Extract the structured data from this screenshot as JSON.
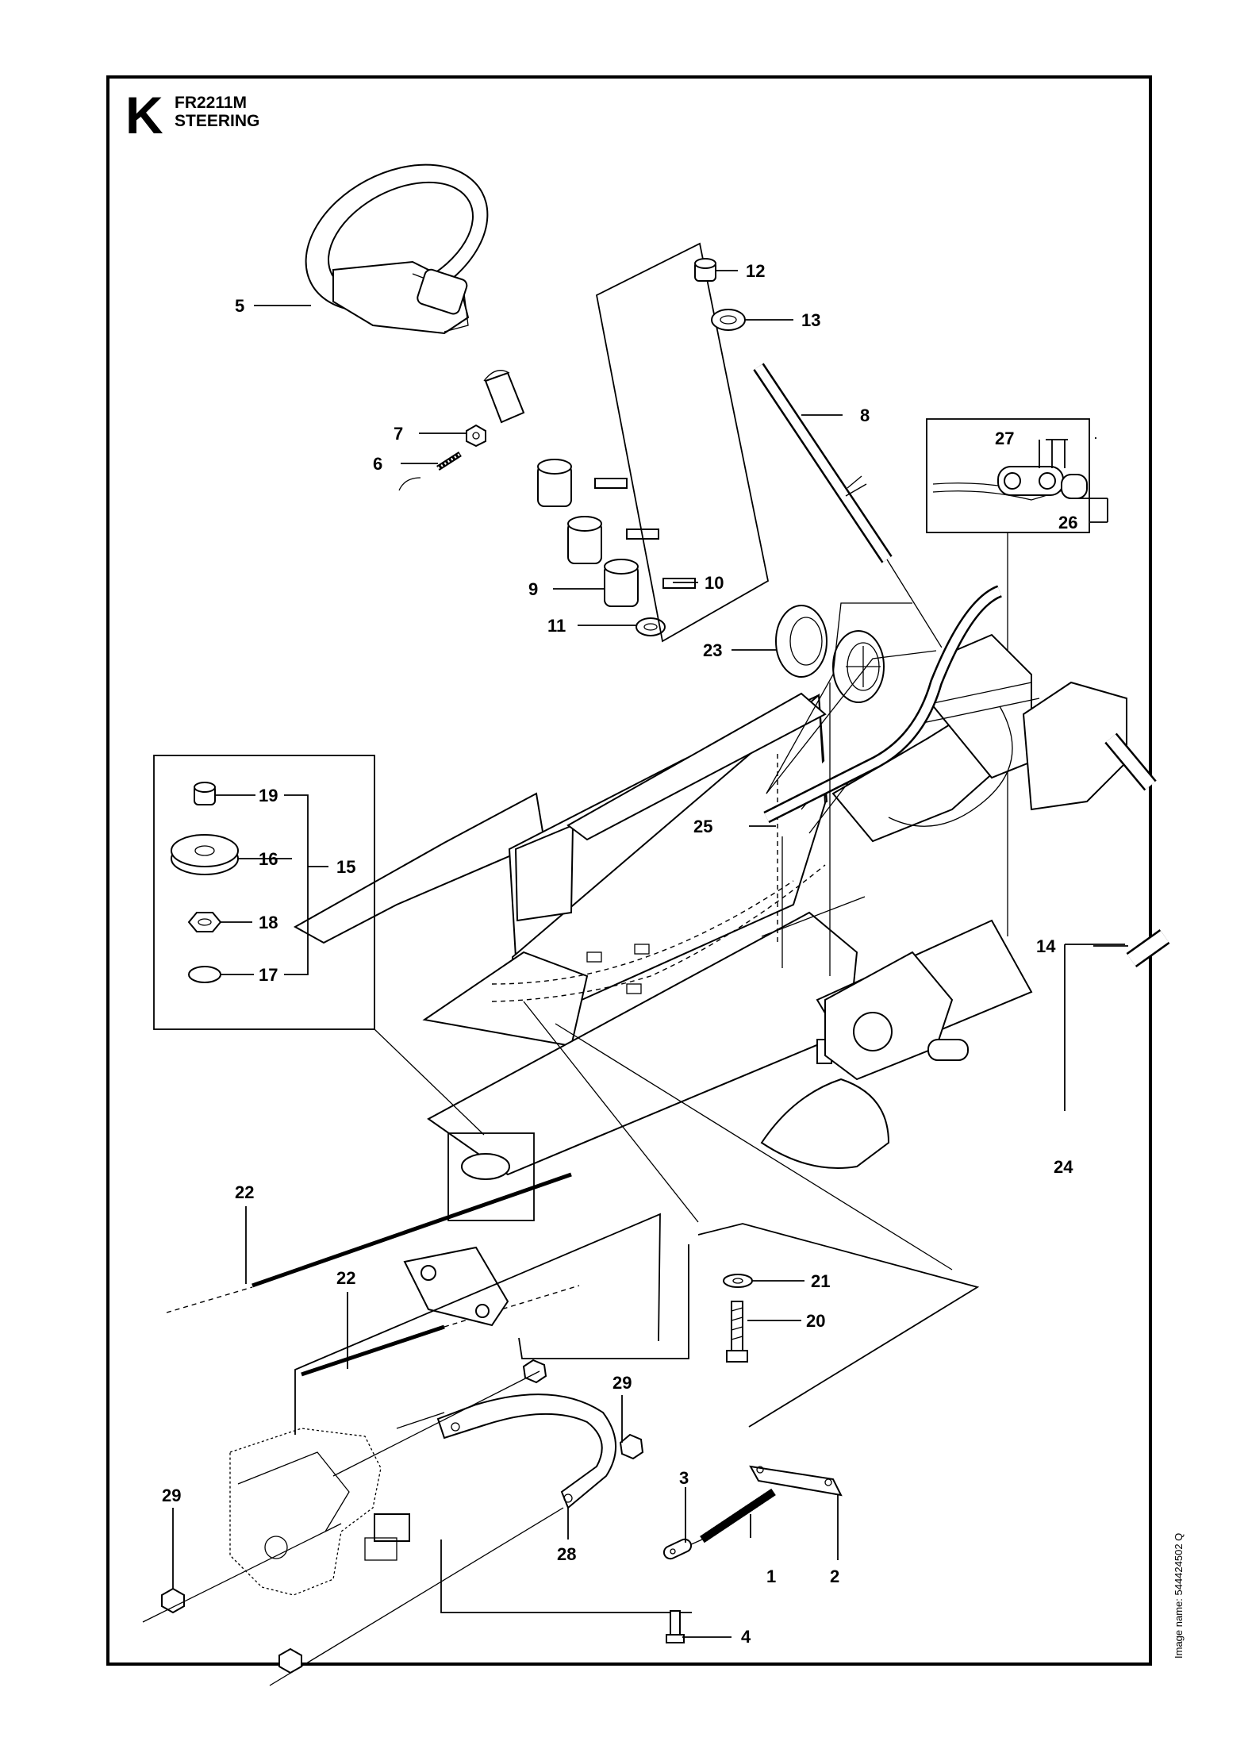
{
  "header": {
    "section_letter": "K",
    "model": "FR2211M",
    "title": "STEERING"
  },
  "footer": {
    "image_name": "Image name: 544424502 Q"
  },
  "callouts": [
    {
      "id": "c1",
      "label": "1"
    },
    {
      "id": "c2",
      "label": "2"
    },
    {
      "id": "c3",
      "label": "3"
    },
    {
      "id": "c4",
      "label": "4"
    },
    {
      "id": "c5",
      "label": "5"
    },
    {
      "id": "c6",
      "label": "6"
    },
    {
      "id": "c7",
      "label": "7"
    },
    {
      "id": "c8",
      "label": "8"
    },
    {
      "id": "c9",
      "label": "9"
    },
    {
      "id": "c10",
      "label": "10"
    },
    {
      "id": "c11",
      "label": "11"
    },
    {
      "id": "c12",
      "label": "12"
    },
    {
      "id": "c13",
      "label": "13"
    },
    {
      "id": "c14",
      "label": "14"
    },
    {
      "id": "c15",
      "label": "15"
    },
    {
      "id": "c16",
      "label": "16"
    },
    {
      "id": "c17",
      "label": "17"
    },
    {
      "id": "c18",
      "label": "18"
    },
    {
      "id": "c19",
      "label": "19"
    },
    {
      "id": "c20",
      "label": "20"
    },
    {
      "id": "c21",
      "label": "21"
    },
    {
      "id": "c22a",
      "label": "22"
    },
    {
      "id": "c22b",
      "label": "22"
    },
    {
      "id": "c23",
      "label": "23"
    },
    {
      "id": "c24",
      "label": "24"
    },
    {
      "id": "c25",
      "label": "25"
    },
    {
      "id": "c26",
      "label": "26"
    },
    {
      "id": "c27",
      "label": "27"
    },
    {
      "id": "c28",
      "label": "28"
    },
    {
      "id": "c29a",
      "label": "29"
    },
    {
      "id": "c29b",
      "label": "29"
    }
  ]
}
